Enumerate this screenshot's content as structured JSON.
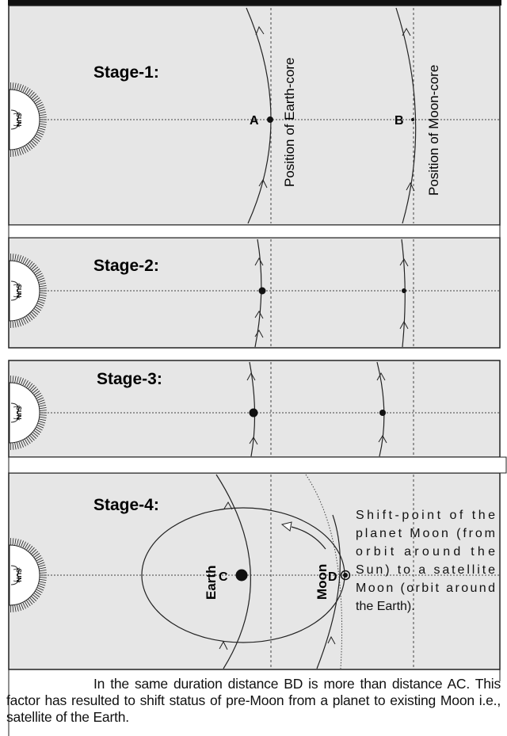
{
  "stages": [
    {
      "label": "Stage-1:",
      "point_a": "A",
      "point_b": "B",
      "earth_core_label": "Position of Earth-core",
      "moon_core_label": "Position of Moon-core"
    },
    {
      "label": "Stage-2:"
    },
    {
      "label": "Stage-3:"
    },
    {
      "label": "Stage-4:",
      "point_c": "C",
      "point_d": "D",
      "earth_label": "Earth",
      "moon_label": "Moon",
      "note_lines": [
        "Shift-point of the",
        "planet Moon (from",
        "orbit around the",
        "Sun) to a satellite",
        "Moon (orbit around",
        "the Earth)."
      ]
    }
  ],
  "sun_label": "SUN",
  "caption": "In the same duration distance BD is more than distance AC. This factor has resulted to shift status of pre-Moon from a planet to existing Moon i.e., satellite of the Earth."
}
